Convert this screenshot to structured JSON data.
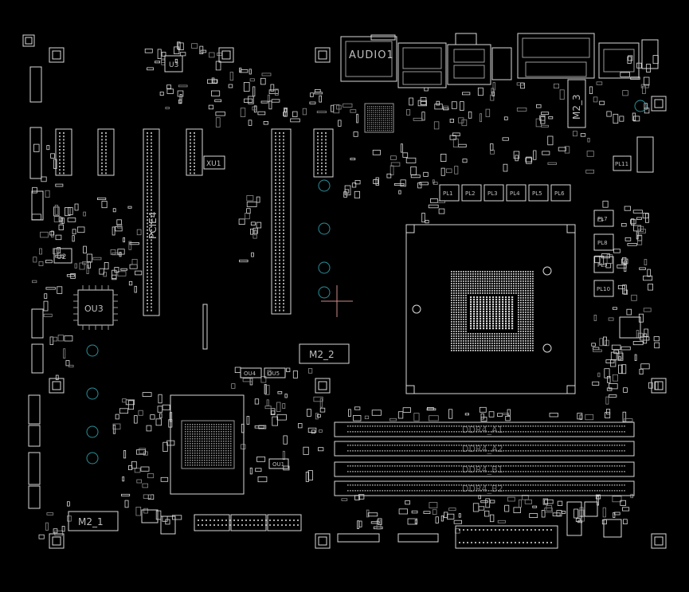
{
  "canvas": {
    "background": "#000000",
    "line_color": "#d9d9d9",
    "dim_color": "#9a9a9a",
    "via_color": "#2a8f9a",
    "cursor_color": "#d08a8a"
  },
  "labels": {
    "audio": "AUDIO1",
    "m2_3": "M2_3",
    "pcie4": "PCIE4",
    "ou3": "OU3",
    "u2": "U2",
    "u3": "U3",
    "xu1": "XU1",
    "m2_2": "M2_2",
    "m2_1": "M2_1",
    "ddr4_a1": "DDR4_A1",
    "ddr4_a2": "DDR4_A2",
    "ddr4_b1": "DDR4_B1",
    "ddr4_b2": "DDR4_B2",
    "ou4": "OU4",
    "ou5": "OU5",
    "ou1": "OU1",
    "pl1": "PL1",
    "pl2": "PL2",
    "pl3": "PL3",
    "pl4": "PL4",
    "pl5": "PL5",
    "pl6": "PL6",
    "pl7": "PL7",
    "pl8": "PL8",
    "pl9": "PL9",
    "pl10": "PL10",
    "pl11": "PL11"
  }
}
